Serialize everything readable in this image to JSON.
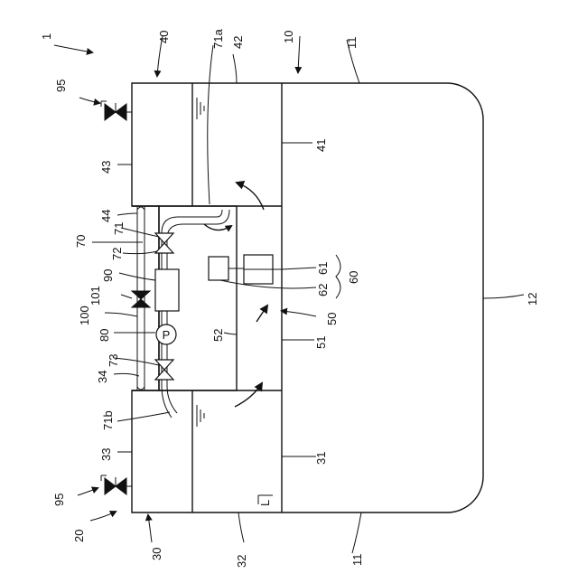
{
  "figure": {
    "labels": {
      "l1": "1",
      "l10": "10",
      "l11_top": "11",
      "l11_bottom": "11",
      "l12": "12",
      "l20": "20",
      "l30": "30",
      "l31": "31",
      "l32": "32",
      "l33": "33",
      "l34": "34",
      "l40": "40",
      "l41": "41",
      "l42": "42",
      "l43": "43",
      "l44": "44",
      "l50": "50",
      "l51": "51",
      "l52": "52",
      "l60": "60",
      "l61": "61",
      "l62": "62",
      "l70": "70",
      "l71": "71",
      "l71a": "71a",
      "l71b": "71b",
      "l72": "72",
      "l73": "73",
      "l80": "80",
      "l90": "90",
      "l95_top": "95",
      "l95_bottom": "95",
      "l100": "100",
      "l101": "101",
      "pump": "P",
      "level": "L"
    },
    "icons": {
      "valve": "bowtie-valve-icon",
      "pump": "pump-circle-icon",
      "vent": "vent-valve-icon",
      "water_level": "water-level-icon",
      "flow": "flow-arrow-icon"
    }
  }
}
